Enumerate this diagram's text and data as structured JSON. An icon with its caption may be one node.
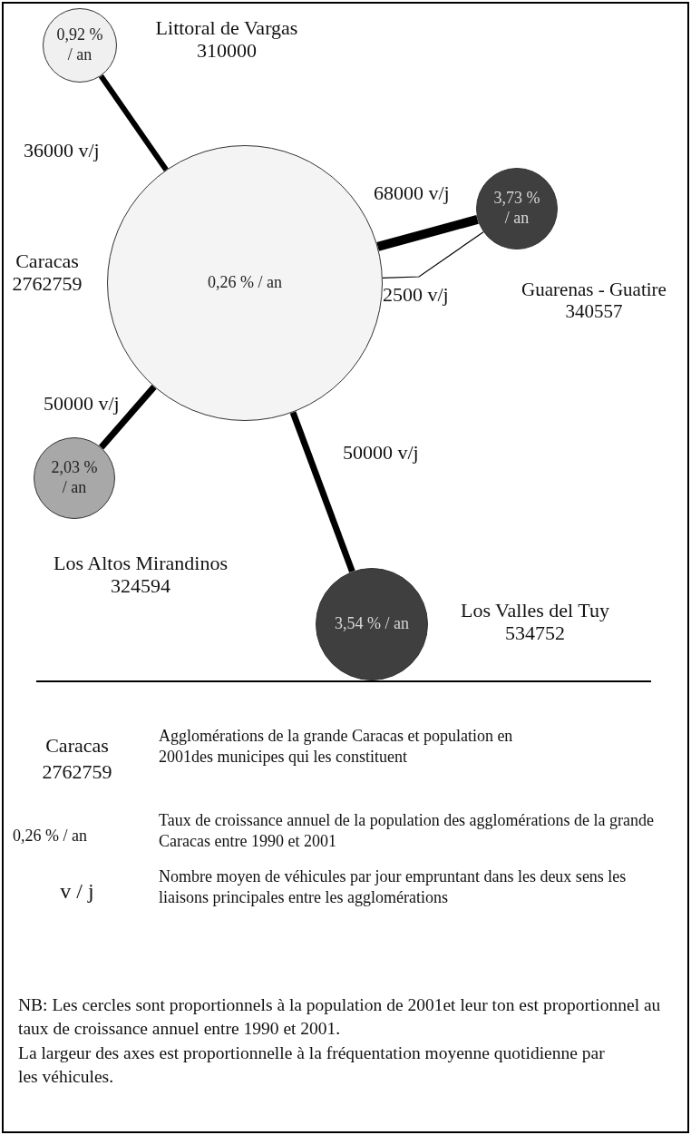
{
  "diagram": {
    "nodes": [
      {
        "text": [
          "0,92 % / an"
        ],
        "beside": [
          "Littoral de Vargas 310000"
        ]
      },
      {
        "text": [
          "0,26 % / an"
        ],
        "beside": [
          "Caracas 2762759"
        ]
      },
      {
        "text": [
          "3,73 % / an"
        ],
        "beside": [
          "Guarenas - Guatire 340557"
        ]
      },
      {
        "text": [
          "2,03 % / an"
        ],
        "beside": [
          "Los Altos Mirandinos 324594"
        ]
      },
      {
        "text": [
          "3,54 % / an"
        ],
        "beside": [
          "Los Valles del Tuy 534752"
        ]
      }
    ],
    "edges": [
      {
        "from": 1,
        "to": 0,
        "arrow": "none",
        "label": "36000 v/j"
      },
      {
        "from": 1,
        "to": 2,
        "arrow": "none",
        "label": "68000 v/j"
      },
      {
        "from": 1,
        "to": 2,
        "arrow": "none",
        "label": "2500 v/j"
      },
      {
        "from": 1,
        "to": 3,
        "arrow": "none",
        "label": "50000 v/j"
      },
      {
        "from": 1,
        "to": 4,
        "arrow": "none",
        "label": "50000 v/j"
      }
    ],
    "labels": [
      "Caracas 2762759",
      "Agglomérations de la grande Caracas et population en 2001des municipes qui les constituent",
      "0,26 % / an",
      "Taux de croissance annuel de la population des agglomérations de la grande Caracas entre 1990 et 2001",
      "v / j",
      "Nombre moyen de véhicules par jour empruntant dans les deux sens les liaisons principales entre les agglomérations",
      "NB: Les cercles sont proportionnels à la population de 2001et leur ton est proportionnel au taux de croissance annuel entre 1990 et 2001.",
      "La largeur des axes est proportionnelle à la fréquentation moyenne quotidienne par les véhicules."
    ]
  }
}
